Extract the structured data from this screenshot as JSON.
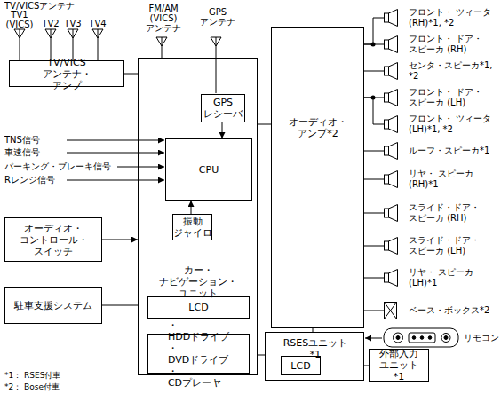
{
  "diagram": {
    "nodes": [
      {
        "text": [
          "TV/VICS アンテナ・アンプ"
        ]
      },
      {
        "text": [
          "カー・ナビゲーション・ ユニット"
        ]
      },
      {
        "text": [
          "GPS レシーバ"
        ],
        "in": 1
      },
      {
        "text": [
          "CPU"
        ],
        "in": 1
      },
      {
        "text": [
          "振動 ジャイロ"
        ],
        "in": 1
      },
      {
        "text": [
          "LCD"
        ],
        "in": 1
      },
      {
        "text": [
          "・HDDドライブ ・DVDドライブ ・CDプレーヤ"
        ],
        "in": 1
      },
      {
        "text": [
          "オーディオ・ コントロール・ スイッチ"
        ]
      },
      {
        "text": [
          "駐車支援システム"
        ]
      },
      {
        "text": [
          "オーディオ・ アンプ*2"
        ]
      },
      {
        "text": [
          "フロント・ ツィータ (RH)*1, *2"
        ]
      },
      {
        "text": [
          "フロント・ ドア・スピーカ (RH)"
        ]
      },
      {
        "text": [
          "センタ・スピーカ*1, *2"
        ]
      },
      {
        "text": [
          "フロント・ ドア・スピーカ (LH)"
        ]
      },
      {
        "text": [
          "フロント・ ツィータ (LH)*1, *2"
        ]
      },
      {
        "text": [
          "ルーフ・スピーカ*1"
        ]
      },
      {
        "text": [
          "リヤ・ スピーカ (RH)*1"
        ]
      },
      {
        "text": [
          "スライド・ドア・ スピーカ (RH)"
        ]
      },
      {
        "text": [
          "スライド・ドア・ スピーカ (LH)"
        ]
      },
      {
        "text": [
          "リヤ・ スピーカ (LH)*1"
        ]
      },
      {
        "text": [
          "ベース・ボックス*2"
        ]
      },
      {
        "text": [
          "RSESユニット*1"
        ]
      },
      {
        "text": [
          "LCD"
        ],
        "in": 21
      },
      {
        "text": [
          "外部入力 ユニット*1"
        ]
      }
    ],
    "edges": [
      {
        "from": 0,
        "to": 1,
        "arrow": "none"
      },
      {
        "from": 2,
        "to": 3,
        "arrow": "to"
      },
      {
        "from": 4,
        "to": 3,
        "arrow": "to"
      },
      {
        "from": 7,
        "to": 1,
        "arrow": "to"
      },
      {
        "from": 8,
        "to": 1,
        "arrow": "none"
      },
      {
        "from": 1,
        "to": 9,
        "arrow": "none"
      },
      {
        "from": 9,
        "to": 10,
        "arrow": "none"
      },
      {
        "from": 9,
        "to": 11,
        "arrow": "none"
      },
      {
        "from": 9,
        "to": 12,
        "arrow": "none"
      },
      {
        "from": 9,
        "to": 13,
        "arrow": "none"
      },
      {
        "from": 9,
        "to": 14,
        "arrow": "none"
      },
      {
        "from": 9,
        "to": 15,
        "arrow": "none"
      },
      {
        "from": 9,
        "to": 16,
        "arrow": "none"
      },
      {
        "from": 9,
        "to": 17,
        "arrow": "none"
      },
      {
        "from": 9,
        "to": 18,
        "arrow": "none"
      },
      {
        "from": 9,
        "to": 19,
        "arrow": "none"
      },
      {
        "from": 9,
        "to": 20,
        "arrow": "none"
      },
      {
        "from": 9,
        "to": 21,
        "arrow": "none"
      },
      {
        "from": 1,
        "to": 21,
        "arrow": "none"
      },
      {
        "from": 23,
        "to": 21,
        "arrow": "none"
      }
    ],
    "labels": [
      "TV/VICSアンテナ",
      "TV1 (VICS)",
      "TV2",
      "TV3",
      "TV4",
      "FM/AM (VICS) アンテナ",
      "GPS アンテナ",
      "TNS信号",
      "車速信号",
      "パーキング・ブレーキ信号",
      "Rレンジ信号",
      "リモコン",
      "*1： RSES付車",
      "*2： Bose付車"
    ]
  }
}
